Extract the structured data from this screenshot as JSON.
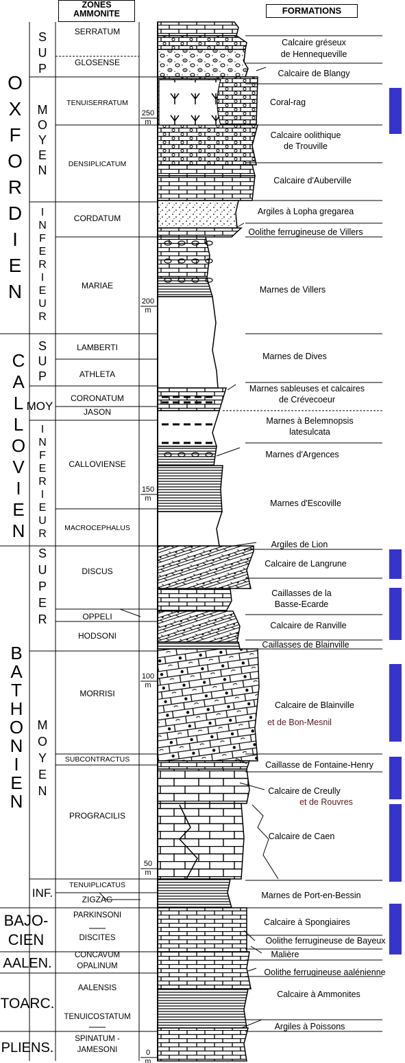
{
  "headers": {
    "zones": "ZONES AMMONITE",
    "formations": "FORMATIONS"
  },
  "stages": [
    {
      "name": "OXFORDIEN",
      "substages": [
        {
          "name": "SUP",
          "zones": [
            "SERRATUM",
            "GLOSENSE"
          ]
        },
        {
          "name": "MOYEN",
          "zones": [
            "TENUISERRATUM",
            "DENSIPLICATUM"
          ]
        },
        {
          "name": "INFERIEUR",
          "zones": [
            "CORDATUM",
            "MARIAE"
          ]
        }
      ]
    },
    {
      "name": "CALLOVIEN",
      "substages": [
        {
          "name": "SUP",
          "zones": [
            "LAMBERTI",
            "ATHLETA"
          ]
        },
        {
          "name": "MOY",
          "zones": [
            "CORONATUM",
            "JASON"
          ]
        },
        {
          "name": "INFERIEUR",
          "zones": [
            "CALLOVIENSE",
            "MACROCEPHALUS"
          ]
        }
      ]
    },
    {
      "name": "BATHONIEN",
      "substages": [
        {
          "name": "SUPER",
          "zones": [
            "DISCUS",
            "OPPELI",
            "HODSONI"
          ]
        },
        {
          "name": "MOYEN",
          "zones": [
            "MORRISI",
            "SUBCONTRACTUS",
            "PROGRACILIS"
          ]
        },
        {
          "name": "INF.",
          "zones": [
            "TENUIPLICATUS",
            "ZIGZAG"
          ]
        }
      ]
    },
    {
      "name": "BAJO-CIEN",
      "lines": [
        "BAJO-",
        "CIEN"
      ],
      "zones": [
        "PARKINSONI",
        "DISCITES"
      ]
    },
    {
      "name": "AALEN.",
      "zones": [
        "CONCAVUM",
        "OPALINUM"
      ]
    },
    {
      "name": "TOARC.",
      "zones": [
        "AALENSIS",
        "TENUICOSTATUM"
      ]
    },
    {
      "name": "PLIENS.",
      "zones": [
        "SPINATUM -",
        "JAMESONI"
      ]
    }
  ],
  "scale": {
    "unit": "m",
    "ticks": [
      {
        "value": "250",
        "unit": "m"
      },
      {
        "value": "200",
        "unit": "m"
      },
      {
        "value": "150",
        "unit": "m"
      },
      {
        "value": "100",
        "unit": "m"
      },
      {
        "value": "50",
        "unit": "m"
      },
      {
        "value": "0",
        "unit": "m"
      }
    ]
  },
  "formations": [
    {
      "name": "Calcaire gréseux de Hennequeville",
      "lines": [
        "Calcaire gréseux",
        "de Hennequeville"
      ]
    },
    {
      "name": "Calcaire de Blangy"
    },
    {
      "name": "Coral-rag"
    },
    {
      "name": "Calcaire oolithique de Trouville",
      "lines": [
        "Calcaire oolithique",
        "de Trouville"
      ]
    },
    {
      "name": "Calcaire d'Auberville"
    },
    {
      "name": "Argiles à Lopha gregarea"
    },
    {
      "name": "Oolithe ferrugineuse de Villers"
    },
    {
      "name": "Marnes de Villers"
    },
    {
      "name": "Marnes de Dives"
    },
    {
      "name": "Marnes sableuses et calcaires de Crévecoeur",
      "lines": [
        "Marnes sableuses et calcaires",
        "de Crévecoeur"
      ]
    },
    {
      "name": "Marnes à Belemnopsis latesulcata",
      "lines": [
        "Marnes à Belemnopsis",
        "latesulcata"
      ]
    },
    {
      "name": "Marnes d'Argences"
    },
    {
      "name": "Marnes d'Escoville"
    },
    {
      "name": "Argiles de Lion"
    },
    {
      "name": "Calcaire de Langrune"
    },
    {
      "name": "Caillasses de la Basse-Ecarde",
      "lines": [
        "Caillasses de la",
        "Basse-Ecarde"
      ]
    },
    {
      "name": "Calcaire de Ranville"
    },
    {
      "name": "Caillasses de Blainville"
    },
    {
      "name": "Calcaire de Blainville"
    },
    {
      "name": "et de Bon-Mesnil",
      "color": "#5a1a1a"
    },
    {
      "name": "Caillasse de Fontaine-Henry"
    },
    {
      "name": "Calcaire de Creully"
    },
    {
      "name": "et de Rouvres",
      "color": "#5a1a1a"
    },
    {
      "name": "Calcaire de Caen"
    },
    {
      "name": "Marnes de Port-en-Bessin"
    },
    {
      "name": "Calcaire à Spongiaires"
    },
    {
      "name": "Oolithe ferrugineuse de Bayeux"
    },
    {
      "name": "Malière"
    },
    {
      "name": "Oolithe ferrugineuse aalénienne"
    },
    {
      "name": "Calcaire à Ammonites"
    },
    {
      "name": "Argiles à Poissons"
    },
    {
      "name": "Calcaire à Bélemnites"
    }
  ],
  "colors": {
    "reservoir_bar": "#3535cc",
    "line": "#000000",
    "annotation": "#5a1a1a"
  }
}
